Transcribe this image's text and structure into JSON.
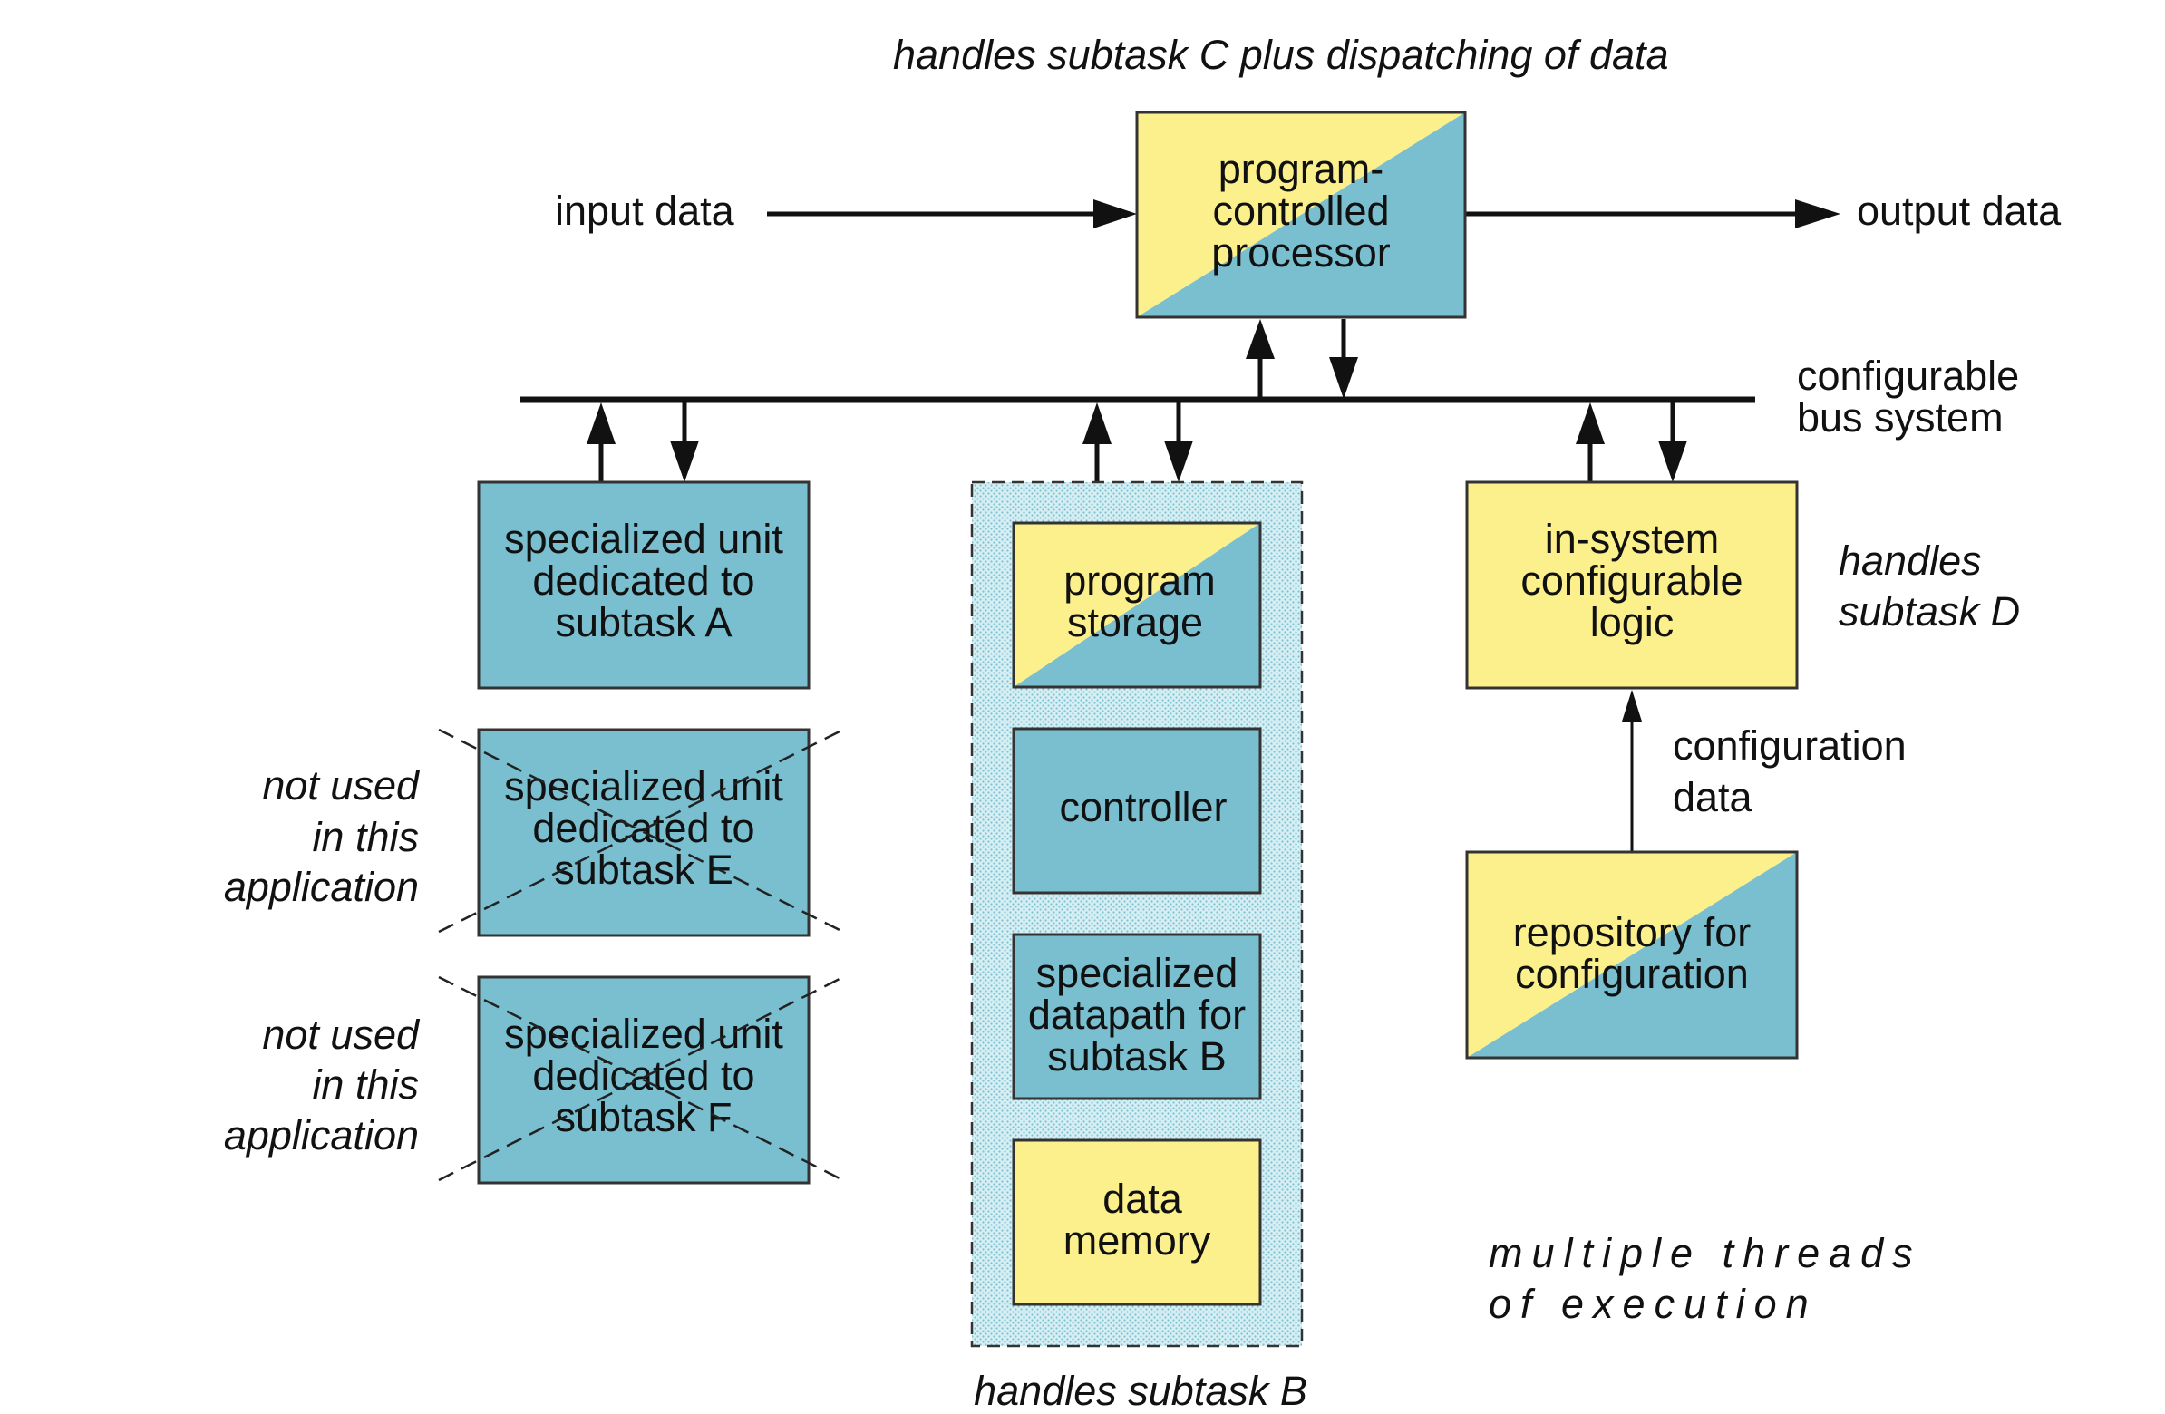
{
  "colors": {
    "yellow": "#fbf08c",
    "blue": "#79bfd0",
    "stroke": "#333333",
    "line": "#111111"
  },
  "title": "handles subtask C plus dispatching of data",
  "io": {
    "input": "input data",
    "output": "output data"
  },
  "processor": {
    "lines": [
      "program-",
      "controlled",
      "processor"
    ]
  },
  "bus": {
    "lines": [
      "configurable",
      "bus system"
    ]
  },
  "units": {
    "a": {
      "lines": [
        "specialized unit",
        "dedicated to",
        "subtask A"
      ]
    },
    "e": {
      "lines": [
        "specialized unit",
        "dedicated to",
        "subtask E"
      ],
      "note": [
        "not used",
        "in this",
        "application"
      ]
    },
    "f": {
      "lines": [
        "specialized unit",
        "dedicated to",
        "subtask F"
      ],
      "note": [
        "not used",
        "in this",
        "application"
      ]
    }
  },
  "group_b": {
    "program_storage": [
      "program",
      "storage"
    ],
    "controller": [
      "controller"
    ],
    "datapath": [
      "specialized",
      "datapath for",
      "subtask B"
    ],
    "data_memory": [
      "data",
      "memory"
    ],
    "caption": "handles subtask B"
  },
  "logic": {
    "lines": [
      "in-system",
      "configurable",
      "logic"
    ],
    "note": [
      "handles",
      "subtask D"
    ]
  },
  "config": {
    "label": [
      "configuration",
      "data"
    ],
    "repository": [
      "repository for",
      "configuration"
    ]
  },
  "threads": [
    "multiple threads",
    "of execution"
  ]
}
